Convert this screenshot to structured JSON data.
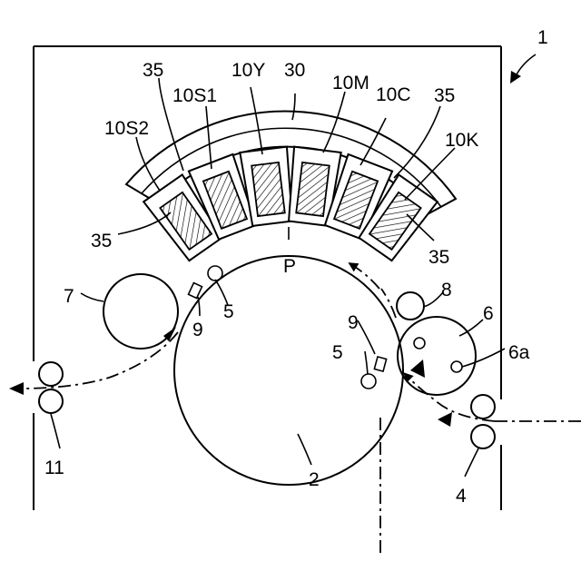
{
  "labels": {
    "apparatus": "1",
    "drum": "2",
    "feed_rollers": "4",
    "gap_roller_left": "5",
    "gap_roller_right": "5",
    "transfer_roller": "6",
    "transfer_roller_sub": "6a",
    "roller_7": "7",
    "roller_8": "8",
    "part_9_left": "9",
    "part_9_right": "9",
    "exit_rollers": "11",
    "unit_K": "10K",
    "unit_C": "10C",
    "unit_M": "10M",
    "unit_Y": "10Y",
    "unit_S1": "10S1",
    "unit_S2": "10S2",
    "arc_frame": "30",
    "spacer_top_left": "35",
    "spacer_top_right": "35",
    "spacer_bottom_left": "35",
    "spacer_bottom_right": "35",
    "point_P": "P"
  }
}
